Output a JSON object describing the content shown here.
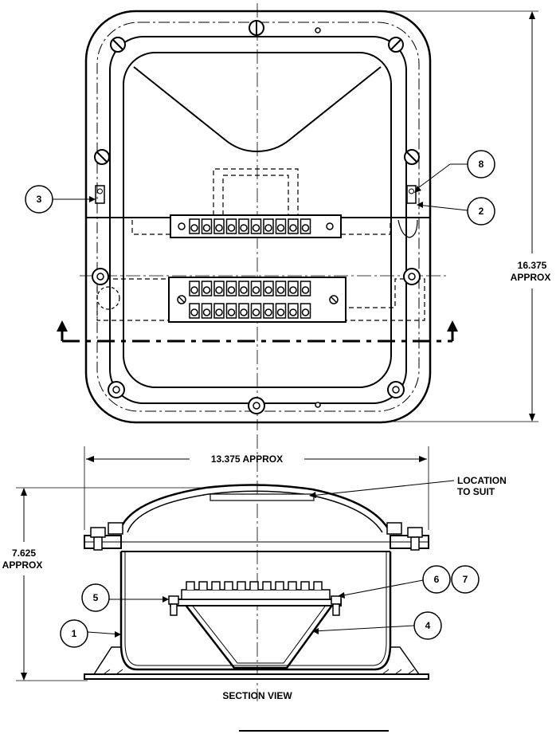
{
  "callouts": {
    "c1": "1",
    "c2": "2",
    "c3": "3",
    "c4": "4",
    "c5": "5",
    "c6": "6",
    "c7": "7",
    "c8": "8"
  },
  "dimensions": {
    "height_value": "16.375",
    "height_approx": "APPROX",
    "width_label": "13.375 APPROX",
    "depth_value": "7.625",
    "depth_approx": "APPROX"
  },
  "notes": {
    "location_line1": "LOCATION",
    "location_line2": "TO SUIT",
    "section_view": "SECTION VIEW"
  }
}
